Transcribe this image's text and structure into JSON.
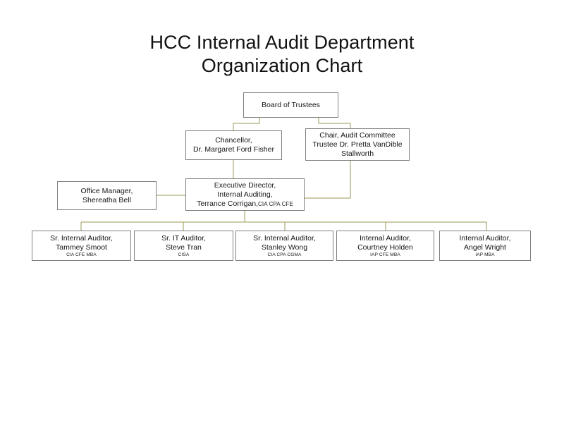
{
  "chart_title": "HCC Internal Audit Department\nOrganization Chart",
  "colors": {
    "background": "#ffffff",
    "box_border": "#808080",
    "connector_line": "#9a9a55",
    "text": "#151515"
  },
  "nodes": {
    "board": {
      "title": "Board of Trustees",
      "credentials": ""
    },
    "chancellor": {
      "title": "Chancellor,\nDr. Margaret Ford Fisher",
      "credentials": ""
    },
    "audit_chair": {
      "title": "Chair, Audit Committee\nTrustee Dr. Pretta VanDible\nStallworth",
      "credentials": ""
    },
    "office_manager": {
      "title": "Office Manager,\nShereatha Bell",
      "credentials": ""
    },
    "executive_director": {
      "line1": "Executive Director,",
      "line2": "Internal Auditing,",
      "name": "Terrance Corrigan,",
      "credentials": "CIA CPA CFE"
    },
    "auditors": [
      {
        "title": "Sr. Internal Auditor,\nTammey Smoot",
        "credentials": "CIA CFE MBA"
      },
      {
        "title": "Sr. IT Auditor,\nSteve Tran",
        "credentials": "CISA"
      },
      {
        "title": "Sr. Internal Auditor,\nStanley Wong",
        "credentials": "CIA CPA CGMA"
      },
      {
        "title": "Internal Auditor,\nCourtney Holden",
        "credentials": "IAP CFE MBA"
      },
      {
        "title": "Internal Auditor,\nAngel Wright",
        "credentials": "IAP  MBA"
      }
    ]
  },
  "chart_data": {
    "type": "org-chart",
    "title": "HCC Internal Audit Department Organization Chart",
    "levels": [
      [
        "Board of Trustees"
      ],
      [
        "Chancellor, Dr. Margaret Ford Fisher",
        "Chair, Audit Committee Trustee Dr. Pretta VanDible Stallworth"
      ],
      [
        "Office Manager, Shereatha Bell",
        "Executive Director, Internal Auditing, Terrance Corrigan, CIA CPA CFE"
      ],
      [
        "Sr. Internal Auditor, Tammey Smoot, CIA CFE MBA",
        "Sr. IT Auditor, Steve Tran, CISA",
        "Sr. Internal Auditor, Stanley Wong, CIA CPA CGMA",
        "Internal Auditor, Courtney Holden, IAP CFE MBA",
        "Internal Auditor, Angel Wright, IAP MBA"
      ]
    ],
    "edges": [
      {
        "from": "Board of Trustees",
        "to": "Chancellor, Dr. Margaret Ford Fisher"
      },
      {
        "from": "Board of Trustees",
        "to": "Chair, Audit Committee Trustee Dr. Pretta VanDible Stallworth"
      },
      {
        "from": "Chancellor, Dr. Margaret Ford Fisher",
        "to": "Executive Director, Internal Auditing, Terrance Corrigan"
      },
      {
        "from": "Chair, Audit Committee Trustee Dr. Pretta VanDible Stallworth",
        "to": "Executive Director, Internal Auditing, Terrance Corrigan"
      },
      {
        "from": "Executive Director, Internal Auditing, Terrance Corrigan",
        "to": "Office Manager, Shereatha Bell"
      },
      {
        "from": "Executive Director, Internal Auditing, Terrance Corrigan",
        "to": "Sr. Internal Auditor, Tammey Smoot"
      },
      {
        "from": "Executive Director, Internal Auditing, Terrance Corrigan",
        "to": "Sr. IT Auditor, Steve Tran"
      },
      {
        "from": "Executive Director, Internal Auditing, Terrance Corrigan",
        "to": "Sr. Internal Auditor, Stanley Wong"
      },
      {
        "from": "Executive Director, Internal Auditing, Terrance Corrigan",
        "to": "Internal Auditor, Courtney Holden"
      },
      {
        "from": "Executive Director, Internal Auditing, Terrance Corrigan",
        "to": "Internal Auditor, Angel Wright"
      }
    ]
  }
}
